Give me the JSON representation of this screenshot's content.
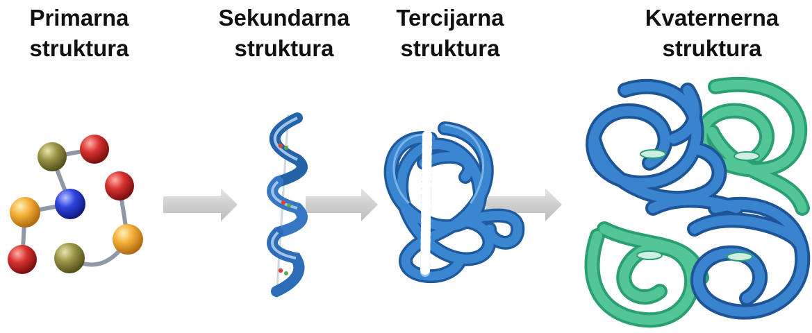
{
  "stages": [
    {
      "line1": "Primarna",
      "line2": "struktura"
    },
    {
      "line1": "Sekundarna",
      "line2": "struktura"
    },
    {
      "line1": "Tercijarna",
      "line2": "struktura"
    },
    {
      "line1": "Kvaternerna",
      "line2": "struktura"
    }
  ],
  "colors": {
    "protein_blue": "#2f74b5",
    "protein_green": "#45b889",
    "arrow_gray": "#c8c8c8",
    "bead_red": "#c8262b",
    "bead_olive": "#8a8a3c",
    "bead_blue": "#2a3fd6",
    "bead_yellow": "#f2ad35"
  }
}
